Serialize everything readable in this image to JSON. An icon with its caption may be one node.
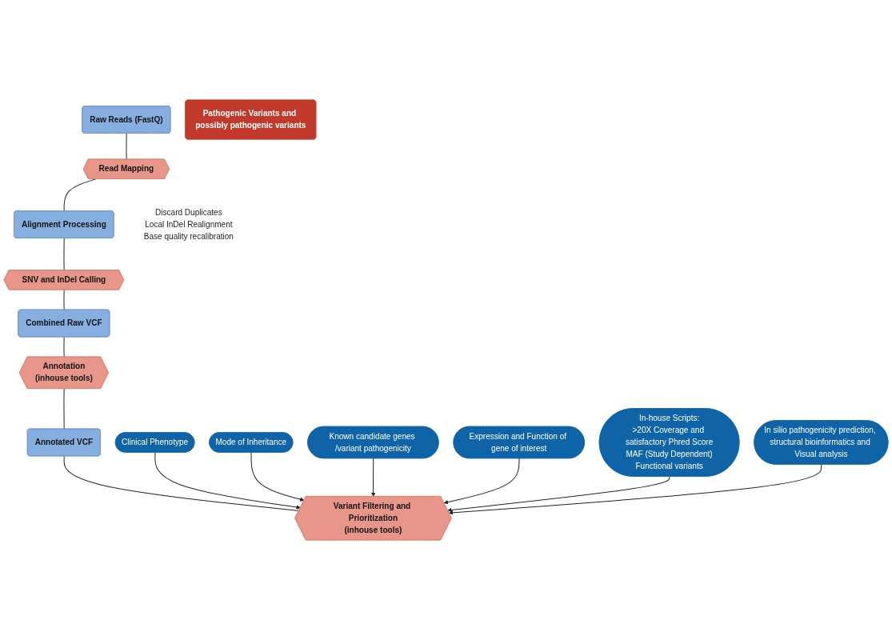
{
  "diagram": {
    "nodes": [
      {
        "text": [
          "Raw Reads (FastQ)"
        ]
      },
      {
        "text": [
          "Read Mapping"
        ]
      },
      {
        "text": [
          "Alignment Processing"
        ],
        "beside": [
          "Discard Duplicates",
          "Local InDel Realignment",
          "Base quality recalibration"
        ]
      },
      {
        "text": [
          "SNV and InDel Calling"
        ]
      },
      {
        "text": [
          "Combined Raw VCF"
        ]
      },
      {
        "text": [
          "Annotation",
          "(inhouse tools)"
        ]
      },
      {
        "text": [
          "Annotated VCF"
        ]
      },
      {
        "text": [
          "Clinical Phenotype"
        ]
      },
      {
        "text": [
          "Mode of Inheritance"
        ]
      },
      {
        "text": [
          "Known candidate genes /variant pathogenicity"
        ]
      },
      {
        "text": [
          "Expression and Function of gene of interest"
        ]
      },
      {
        "text": [
          "In-house Scripts:",
          ">20X Coverage and satisfactory Phred Score",
          "MAF (Study Dependent)",
          "Functional variants"
        ]
      },
      {
        "text": [
          "In silio pathogenicity prediction, structural bioinformatics and Visual analysis"
        ]
      },
      {
        "text": [
          "Variant Filtering and Prioritization",
          "(inhouse tools)"
        ]
      },
      {
        "text": [
          "Pathogenic Variants and possibly pathogenic variants"
        ]
      }
    ],
    "edges": [
      {
        "from": 0,
        "to": 1,
        "arrow": "none"
      },
      {
        "from": 1,
        "to": 2,
        "arrow": "none"
      },
      {
        "from": 2,
        "to": 3,
        "arrow": "none"
      },
      {
        "from": 3,
        "to": 4,
        "arrow": "none"
      },
      {
        "from": 4,
        "to": 5,
        "arrow": "none"
      },
      {
        "from": 5,
        "to": 6,
        "arrow": "none"
      },
      {
        "from": 6,
        "to": 13,
        "arrow": "none"
      },
      {
        "from": 7,
        "to": 13,
        "arrow": "to"
      },
      {
        "from": 8,
        "to": 13,
        "arrow": "to"
      },
      {
        "from": 9,
        "to": 13,
        "arrow": "to"
      },
      {
        "from": 10,
        "to": 13,
        "arrow": "to"
      },
      {
        "from": 11,
        "to": 13,
        "arrow": "to"
      },
      {
        "from": 12,
        "to": 13,
        "arrow": "to"
      }
    ]
  }
}
